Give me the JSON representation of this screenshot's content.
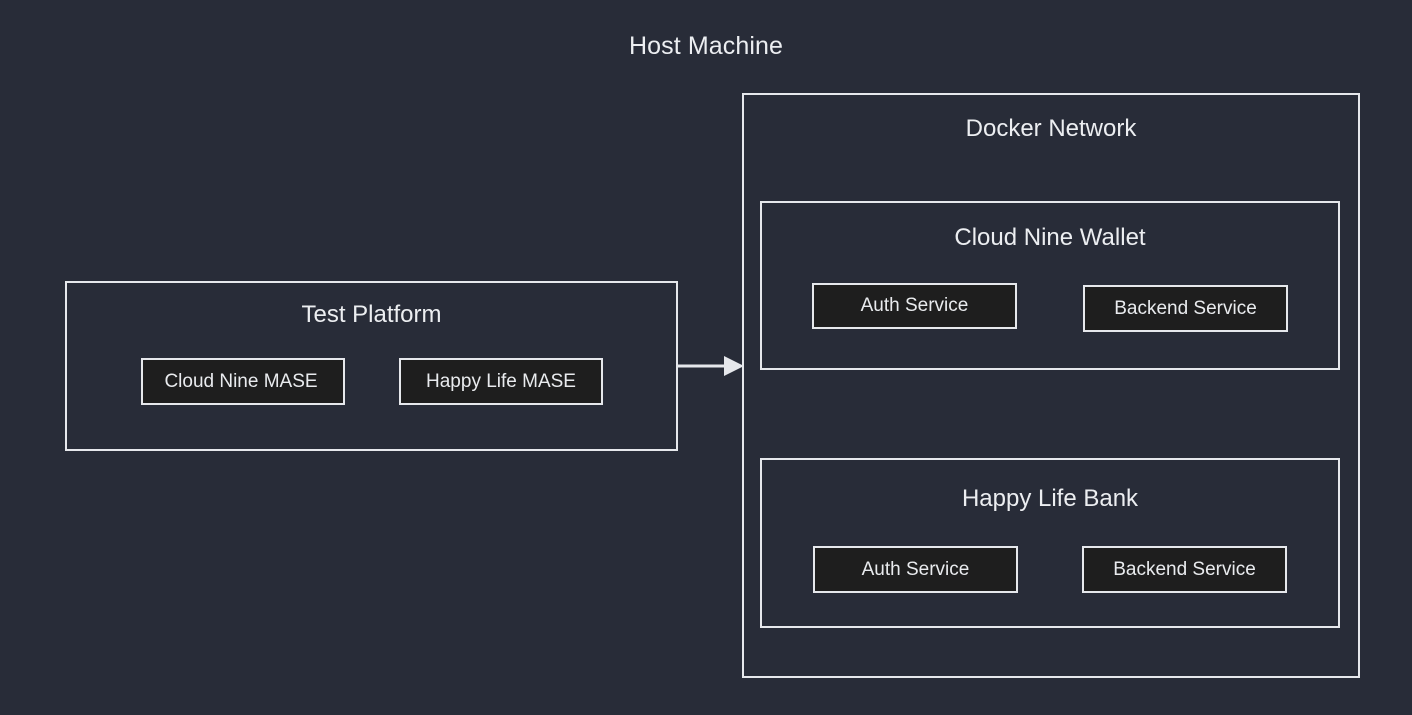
{
  "diagram": {
    "title": "Host Machine",
    "background_color": "#282c38",
    "border_color": "#e6e8ec",
    "node_fill_color": "#1e1e1e",
    "text_color": "#eceef1"
  },
  "test_platform": {
    "label": "Test Platform",
    "nodes": [
      {
        "label": "Cloud Nine MASE"
      },
      {
        "label": "Happy Life MASE"
      }
    ]
  },
  "connector": {
    "icon": "arrow-right-icon",
    "from": "Test Platform",
    "to": "Docker Network"
  },
  "docker_network": {
    "label": "Docker Network",
    "groups": [
      {
        "label": "Cloud Nine Wallet",
        "nodes": [
          {
            "label": "Auth Service"
          },
          {
            "label": "Backend Service"
          }
        ]
      },
      {
        "label": "Happy Life Bank",
        "nodes": [
          {
            "label": "Auth Service"
          },
          {
            "label": "Backend Service"
          }
        ]
      }
    ]
  }
}
